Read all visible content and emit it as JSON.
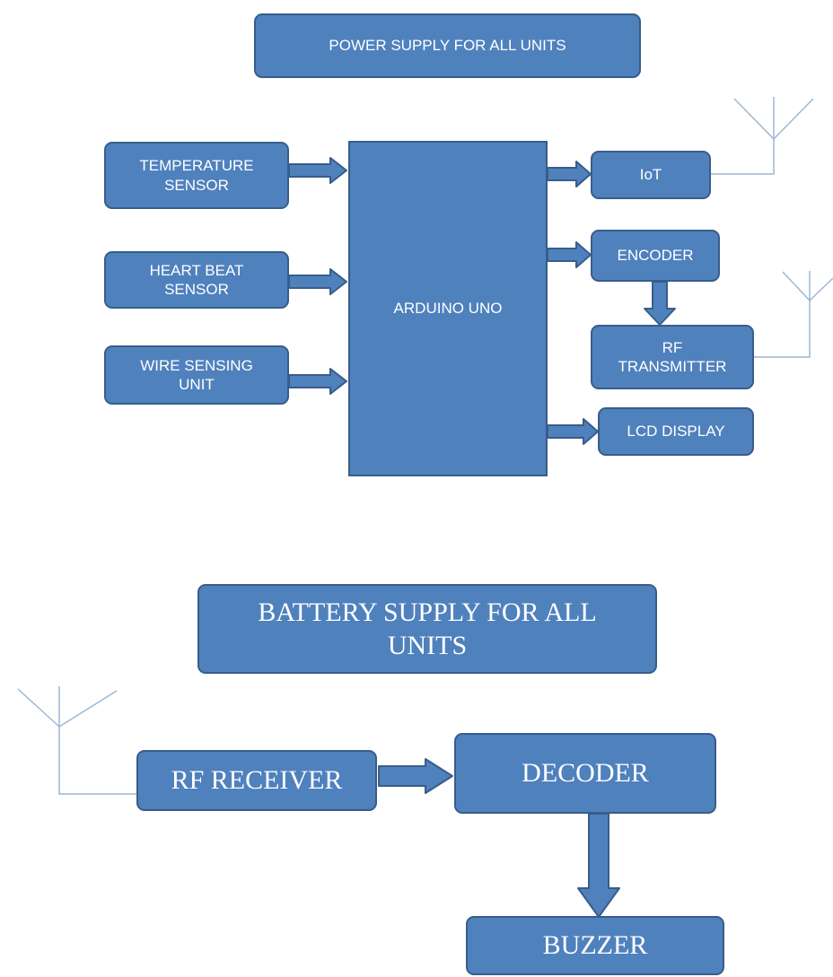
{
  "colors": {
    "box_fill": "#4f81bd",
    "box_border": "#385d8a",
    "text": "#ffffff",
    "antenna": "#9db6d3"
  },
  "transmitter": {
    "power_supply": "POWER SUPPLY FOR ALL UNITS",
    "temperature_sensor": "TEMPERATURE\nSENSOR",
    "heart_beat_sensor": "HEART BEAT\nSENSOR",
    "wire_sensing_unit": "WIRE SENSING\nUNIT",
    "arduino": "ARDUINO UNO",
    "iot": "IoT",
    "encoder": "ENCODER",
    "rf_transmitter": "RF\nTRANSMITTER",
    "lcd_display": "LCD DISPLAY"
  },
  "receiver": {
    "battery_supply": "BATTERY SUPPLY FOR ALL\nUNITS",
    "rf_receiver": "RF RECEIVER",
    "decoder": "DECODER",
    "buzzer": "BUZZER"
  }
}
